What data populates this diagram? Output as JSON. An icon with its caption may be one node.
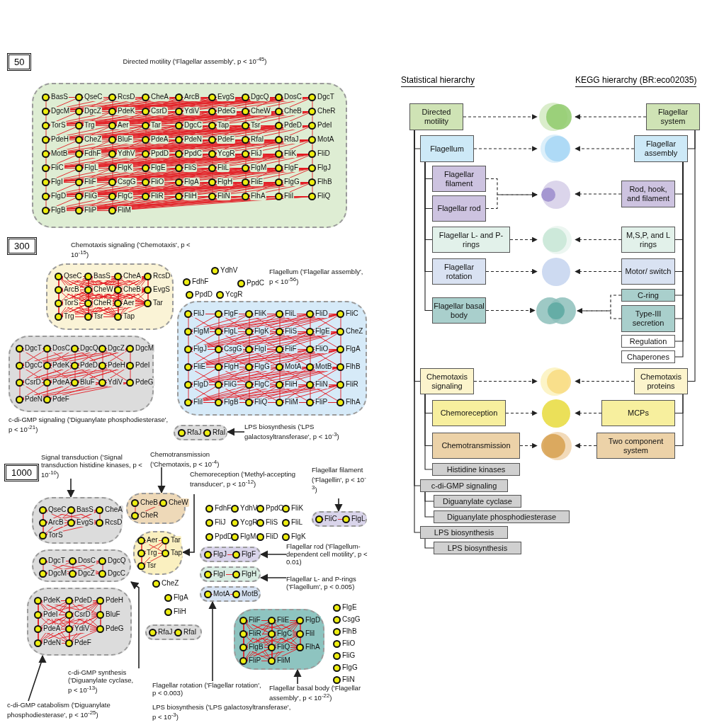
{
  "diagram": {
    "nodes": [
      {
        "text": [
          "Directed motility ('Flagellar assembly', p < 10$^{-45}$)",
          "BasS",
          "QseC",
          "RcsD",
          "CheA",
          "ArcB",
          "EvgS",
          "DgcQ",
          "DosC",
          "DgcT",
          "DgcM",
          "DgcZ",
          "PdeK",
          "CsrD",
          "YdiV",
          "PdeG",
          "CheW",
          "CheB",
          "CheR",
          "TorS",
          "Trg",
          "Aer",
          "Tar",
          "DgcC",
          "Tap",
          "Tsr",
          "PdeD",
          "PdeI",
          "PdeH",
          "CheZ",
          "BluF",
          "PdeA",
          "PdeN",
          "PdeF",
          "RfaI",
          "RfaJ",
          "MotA",
          "MotB",
          "FdhF",
          "YdhV",
          "PpdD",
          "PpdC",
          "YcgR",
          "FliJ",
          "FliK",
          "FliD",
          "FliC",
          "FlgL",
          "FlgK",
          "FlgE",
          "FliS",
          "FliL",
          "FlgM",
          "FlgF",
          "FlgJ",
          "FlgI",
          "FliF",
          "CsgG",
          "FliO",
          "FlgA",
          "FlgH",
          "FliE",
          "FlgG",
          "FlhB",
          "FlgD",
          "FliG",
          "FlgC",
          "FliR",
          "FliH",
          "FliN",
          "FlhA",
          "FliI",
          "FliQ",
          "FlgB",
          "FliP",
          "FliM"
        ]
      },
      {
        "text": [
          "Chemotaxis signaling ('Chemotaxis', p < 10$^{-15}$)",
          "QseC",
          "BasS",
          "CheA",
          "RcsD",
          "ArcB",
          "CheW",
          "CheB",
          "EvgS",
          "TorS",
          "CheR",
          "Aer",
          "Tar",
          "Trg",
          "Tsr",
          "Tap"
        ]
      },
      {
        "text": [
          "Flagellum ('Flagellar assembly', p < 10$^{-56}$)",
          "FliJ",
          "FlgF",
          "FliK",
          "FliL",
          "FliD",
          "FliC",
          "FlgM",
          "FlgL",
          "FlgK",
          "FliS",
          "FlgE",
          "CheZ",
          "FlgJ",
          "CsgG",
          "FlgI",
          "FliF",
          "FliO",
          "FlgA",
          "FliE",
          "FlgH",
          "FlgG",
          "MotA",
          "MotB",
          "FlhB",
          "FlgD",
          "FliG",
          "FlgC",
          "FliH",
          "FliN",
          "FliR",
          "FliI",
          "FlgB",
          "FliQ",
          "FliM",
          "FliP",
          "FlhA"
        ]
      },
      {
        "text": [
          "c-di-GMP signaling ('Diguanylate phosphodiesterase', p < 10$^{-21}$)",
          "DgcT",
          "DosC",
          "DgcQ",
          "DgcZ",
          "DgcM",
          "DgcC",
          "PdeK",
          "PdeD",
          "PdeH",
          "PdeI",
          "CsrD",
          "PdeA",
          "BluF",
          "YdiV",
          "PdeG",
          "PdeN",
          "PdeF"
        ]
      },
      {
        "text": [
          "RfaJ",
          "RfaI"
        ]
      },
      {
        "text": [
          "LPS biosynthesis ('LPS galactosyltransferase', p < 10$^{-3}$)"
        ]
      },
      {
        "text": [
          "Signal transduction ('Signal transduction histidine kinases, p < 10$^{-10}$)"
        ]
      },
      {
        "text": [
          "Chemotransmission ('Chemotaxis, p < 10$^{-4}$)"
        ]
      },
      {
        "text": [
          "Chemoreception ('Methyl-accepting transducer', p < 10$^{-12}$)"
        ]
      },
      {
        "text": [
          "Flagellar filament ('Flagellin', p < 10$^{-3}$)"
        ]
      },
      {
        "text": [
          "QseC",
          "BasS",
          "CheA",
          "ArcB",
          "EvgS",
          "RcsD",
          "TorS"
        ]
      },
      {
        "text": [
          "CheB",
          "CheW",
          "CheR"
        ]
      },
      {
        "text": [
          "Aer",
          "Tar",
          "Trg",
          "Tap",
          "Tsr"
        ]
      },
      {
        "text": [
          "FliC",
          "FlgL"
        ]
      },
      {
        "text": [
          "Flagellar rod ('Flagellum-dependent cell motility', p < 0.01)"
        ]
      },
      {
        "text": [
          "FlgJ",
          "FlgF"
        ]
      },
      {
        "text": [
          "Flagellar L- and P-rings ('Flagellum', p < 0.005)"
        ]
      },
      {
        "text": [
          "FlgI",
          "FlgH"
        ]
      },
      {
        "text": [
          "DgcT",
          "DosC",
          "DgcQ",
          "DgcM",
          "DgcZ",
          "DgcC"
        ]
      },
      {
        "text": [
          "MotA",
          "MotB"
        ]
      },
      {
        "text": [
          "PdeK",
          "PdeD",
          "PdeH",
          "PdeI",
          "CsrD",
          "BluF",
          "PdeA",
          "YdiV",
          "PdeG",
          "PdeN",
          "PdeF"
        ]
      },
      {
        "text": [
          "RfaJ",
          "RfaI"
        ]
      },
      {
        "text": [
          "FliF",
          "FliE",
          "FlgD",
          "FliR",
          "FlgC",
          "FliI",
          "FlgB",
          "FliQ",
          "FlhA",
          "FliP",
          "FliM"
        ]
      },
      {
        "text": [
          "Flagellar basal body ('Flagellar assembly', p < 10$^{-22}$)"
        ]
      },
      {
        "text": [
          "c-di-GMP synthesis ('Diguanylate cyclase, p < 10$^{-13}$)"
        ]
      },
      {
        "text": [
          "Flagellar rotation ('Flagellar rotation', p < 0.003)"
        ]
      },
      {
        "text": [
          "c-di-GMP catabolism ('Diguanylate phosphodiesterase', p < 10$^{-25}$)"
        ]
      },
      {
        "text": [
          "Directed motility"
        ]
      },
      {
        "text": [],
        "shape": "circle"
      },
      {
        "text": [
          "Flagellar system"
        ]
      },
      {
        "text": [
          "Flagellum"
        ]
      },
      {
        "text": [],
        "shape": "circle"
      },
      {
        "text": [
          "Flagellar assembly"
        ]
      },
      {
        "text": [
          "Flagellar filament"
        ]
      },
      {
        "text": [
          "Flagellar rod"
        ]
      },
      {
        "text": [],
        "shape": "circle"
      },
      {
        "text": [
          "Rod, hook, and filament"
        ]
      },
      {
        "text": [
          "Flagellar L- and P-rings"
        ]
      },
      {
        "text": [],
        "shape": "circle"
      },
      {
        "text": [
          "M,S,P, and L rings"
        ]
      },
      {
        "text": [
          "Flagellar rotation"
        ]
      },
      {
        "text": [],
        "shape": "circle"
      },
      {
        "text": [
          "Motor/ switch"
        ]
      },
      {
        "text": [
          "C-ring"
        ]
      },
      {
        "text": [
          "Flagellar basal body"
        ]
      },
      {
        "text": [],
        "shape": "circle"
      },
      {
        "text": [
          "Type-III secretion"
        ]
      },
      {
        "text": [
          "Regulation"
        ]
      },
      {
        "text": [
          "Chaperones"
        ]
      },
      {
        "text": [
          "Chemotaxis signaling"
        ]
      },
      {
        "text": [],
        "shape": "circle"
      },
      {
        "text": [
          "Chemotaxis proteins"
        ]
      },
      {
        "text": [
          "Chemoreception"
        ]
      },
      {
        "text": [],
        "shape": "circle"
      },
      {
        "text": [
          "MCPs"
        ]
      },
      {
        "text": [
          "Chemotransmission"
        ]
      },
      {
        "text": [],
        "shape": "circle"
      },
      {
        "text": [
          "Two component system"
        ]
      },
      {
        "text": [
          "Histidine kinases"
        ]
      },
      {
        "text": [
          "c-di-GMP signaling"
        ]
      },
      {
        "text": [
          "Diguanylate cyclase"
        ]
      },
      {
        "text": [
          "Diguanylate phosphodiesterase"
        ]
      },
      {
        "text": [
          "LPS biosynthesis"
        ]
      },
      {
        "text": [
          "LPS biosynthesis"
        ]
      }
    ],
    "edges": [
      {
        "from": 5,
        "to": 4,
        "arrow": "to"
      },
      {
        "from": 6,
        "to": 10,
        "arrow": "to"
      },
      {
        "from": 7,
        "to": 11,
        "arrow": "to"
      },
      {
        "from": 8,
        "to": 12,
        "arrow": "to"
      },
      {
        "from": 9,
        "to": 13,
        "arrow": "to"
      },
      {
        "from": 14,
        "to": 15,
        "arrow": "to"
      },
      {
        "from": 16,
        "to": 17,
        "arrow": "to"
      },
      {
        "from": 23,
        "to": 22,
        "arrow": "to"
      },
      {
        "from": 24,
        "to": 18,
        "arrow": "to"
      },
      {
        "from": 25,
        "to": 19,
        "arrow": "to"
      },
      {
        "from": 26,
        "to": 20,
        "arrow": "to"
      },
      {
        "from": 27,
        "to": 30,
        "arrow": "none"
      },
      {
        "from": 27,
        "to": 49,
        "arrow": "none"
      },
      {
        "from": 27,
        "to": 59,
        "arrow": "none"
      },
      {
        "from": 27,
        "to": 62,
        "arrow": "none"
      },
      {
        "from": 30,
        "to": 33,
        "arrow": "none"
      },
      {
        "from": 30,
        "to": 34,
        "arrow": "none"
      },
      {
        "from": 30,
        "to": 37,
        "arrow": "none"
      },
      {
        "from": 30,
        "to": 40,
        "arrow": "none"
      },
      {
        "from": 30,
        "to": 44,
        "arrow": "none"
      },
      {
        "from": 49,
        "to": 52,
        "arrow": "none"
      },
      {
        "from": 49,
        "to": 55,
        "arrow": "none"
      },
      {
        "from": 49,
        "to": 58,
        "arrow": "none"
      },
      {
        "from": 59,
        "to": 60,
        "arrow": "none"
      },
      {
        "from": 59,
        "to": 61,
        "arrow": "none"
      },
      {
        "from": 62,
        "to": 63,
        "arrow": "none"
      },
      {
        "from": 29,
        "to": 32,
        "arrow": "none"
      },
      {
        "from": 29,
        "to": 51,
        "arrow": "none"
      },
      {
        "from": 32,
        "to": 36,
        "arrow": "none"
      },
      {
        "from": 32,
        "to": 39,
        "arrow": "none"
      },
      {
        "from": 32,
        "to": 42,
        "arrow": "none"
      },
      {
        "from": 32,
        "to": 43,
        "arrow": "none"
      },
      {
        "from": 32,
        "to": 46,
        "arrow": "none"
      },
      {
        "from": 32,
        "to": 47,
        "arrow": "none"
      },
      {
        "from": 32,
        "to": 48,
        "arrow": "none"
      },
      {
        "from": 51,
        "to": 54,
        "arrow": "none"
      },
      {
        "from": 51,
        "to": 57,
        "arrow": "none"
      },
      {
        "from": 27,
        "to": 28,
        "arrow": "to",
        "style": "dashed"
      },
      {
        "from": 29,
        "to": 28,
        "arrow": "to",
        "style": "dashed"
      },
      {
        "from": 30,
        "to": 31,
        "arrow": "to",
        "style": "dashed"
      },
      {
        "from": 32,
        "to": 31,
        "arrow": "to",
        "style": "dashed"
      },
      {
        "from": 33,
        "to": 35,
        "arrow": "to",
        "style": "dashed"
      },
      {
        "from": 34,
        "to": 35,
        "arrow": "to",
        "style": "dashed"
      },
      {
        "from": 36,
        "to": 35,
        "arrow": "to",
        "style": "dashed"
      },
      {
        "from": 37,
        "to": 38,
        "arrow": "to",
        "style": "dashed"
      },
      {
        "from": 39,
        "to": 38,
        "arrow": "to",
        "style": "dashed"
      },
      {
        "from": 40,
        "to": 41,
        "arrow": "to",
        "style": "dashed"
      },
      {
        "from": 42,
        "to": 41,
        "arrow": "to",
        "style": "dashed"
      },
      {
        "from": 44,
        "to": 45,
        "arrow": "to",
        "style": "dashed"
      },
      {
        "from": 43,
        "to": 45,
        "arrow": "to",
        "style": "dashed"
      },
      {
        "from": 46,
        "to": 45,
        "arrow": "to",
        "style": "dashed"
      },
      {
        "from": 49,
        "to": 50,
        "arrow": "to",
        "style": "dashed"
      },
      {
        "from": 51,
        "to": 50,
        "arrow": "to",
        "style": "dashed"
      },
      {
        "from": 52,
        "to": 53,
        "arrow": "to",
        "style": "dashed"
      },
      {
        "from": 54,
        "to": 53,
        "arrow": "to",
        "style": "dashed"
      },
      {
        "from": 55,
        "to": 56,
        "arrow": "to",
        "style": "dashed"
      },
      {
        "from": 57,
        "to": 56,
        "arrow": "to",
        "style": "dashed"
      }
    ],
    "labels": [
      "50",
      "300",
      "FdhF",
      "YdhV",
      "PpdC",
      "PpdD",
      "YcgR",
      "1000",
      "FdhF",
      "YdhV",
      "PpdC",
      "FliK",
      "FliJ",
      "YcgR",
      "FliS",
      "FliL",
      "PpdD",
      "FlgM",
      "FliD",
      "FlgK",
      "CheZ",
      "FlgA",
      "FliH",
      "FlgE",
      "CsgG",
      "FlhB",
      "FliO",
      "FliG",
      "FlgG",
      "FliN",
      "LPS biosynthesis ('LPS galactosyltransferase', p < 10$^{-3}$)",
      "Statistical hierarchy",
      "KEGG hierarchy (BR:eco02035)"
    ]
  }
}
